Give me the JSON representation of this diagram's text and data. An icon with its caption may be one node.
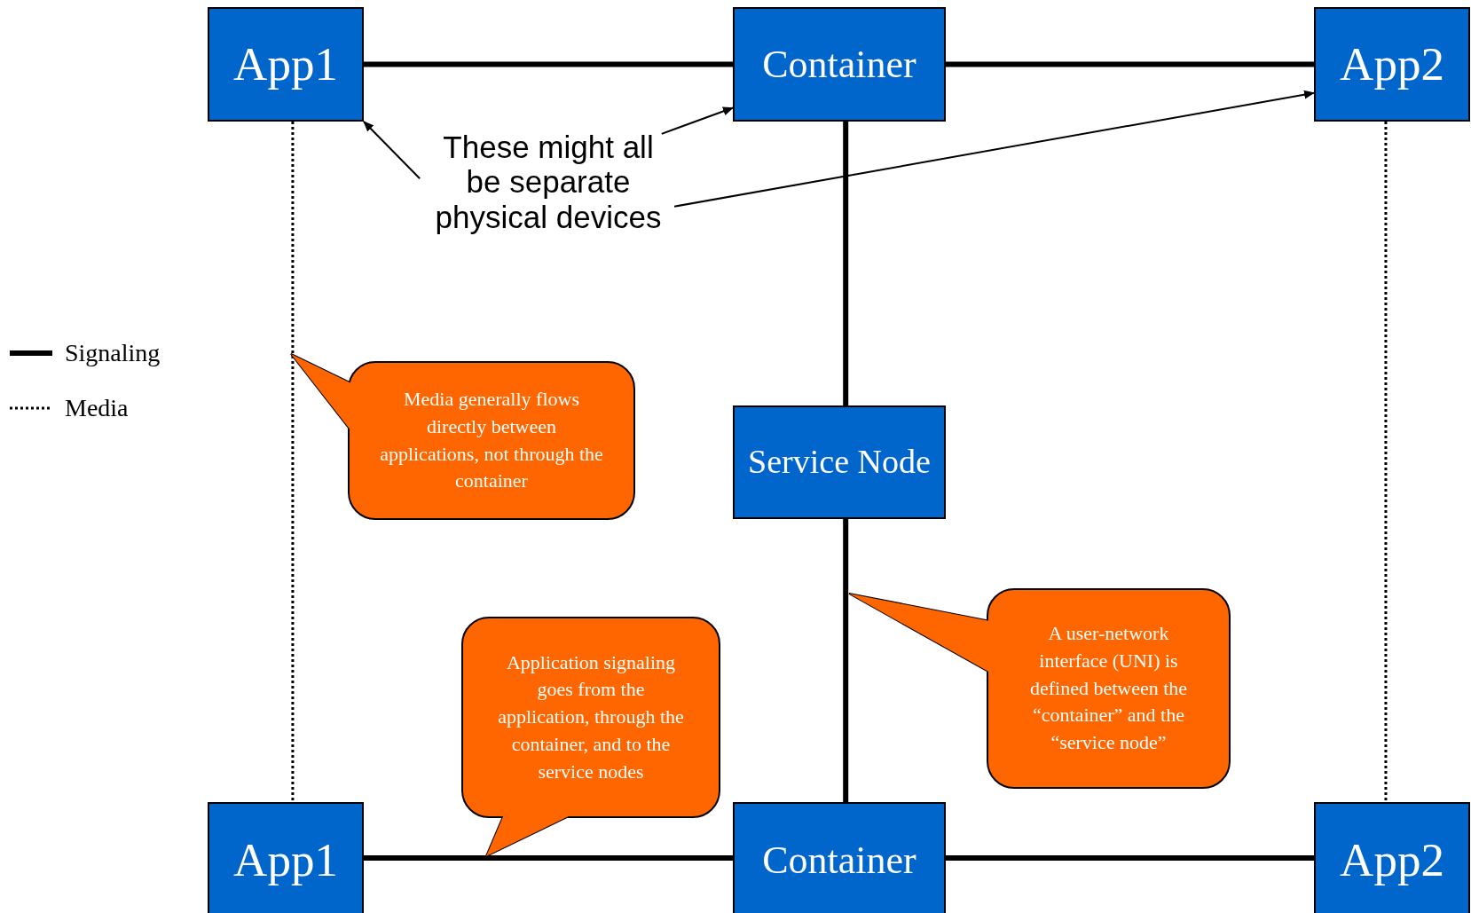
{
  "diagram": {
    "nodes": [
      {
        "text": [
          "App1"
        ]
      },
      {
        "text": [
          "Container"
        ]
      },
      {
        "text": [
          "App2"
        ]
      },
      {
        "text": [
          "Service Node"
        ]
      },
      {
        "text": [
          "App1"
        ]
      },
      {
        "text": [
          "Container"
        ]
      },
      {
        "text": [
          "App2"
        ]
      },
      {
        "text": [
          "These might all be separate physical devices"
        ]
      },
      {
        "text": [
          "Media generally flows directly between applications, not through the container"
        ]
      },
      {
        "text": [
          "Application signaling goes from the application, through the container, and to the service nodes"
        ]
      },
      {
        "text": [
          "A user-network interface (UNI) is defined between the “container” and the “service node”"
        ]
      }
    ],
    "edges": [
      {
        "from": 0,
        "to": 1,
        "arrow": "none"
      },
      {
        "from": 1,
        "to": 2,
        "arrow": "none"
      },
      {
        "from": 1,
        "to": 3,
        "arrow": "none"
      },
      {
        "from": 3,
        "to": 5,
        "arrow": "none"
      },
      {
        "from": 4,
        "to": 5,
        "arrow": "none"
      },
      {
        "from": 5,
        "to": 6,
        "arrow": "none"
      },
      {
        "from": 0,
        "to": 4,
        "arrow": "none",
        "style": "dashed"
      },
      {
        "from": 2,
        "to": 6,
        "arrow": "none",
        "style": "dashed"
      },
      {
        "from": 7,
        "to": 0,
        "arrow": "to"
      },
      {
        "from": 7,
        "to": 1,
        "arrow": "to"
      },
      {
        "from": 7,
        "to": 2,
        "arrow": "to"
      }
    ],
    "legend": [
      {
        "text": "Signaling"
      },
      {
        "text": "Media"
      }
    ]
  }
}
